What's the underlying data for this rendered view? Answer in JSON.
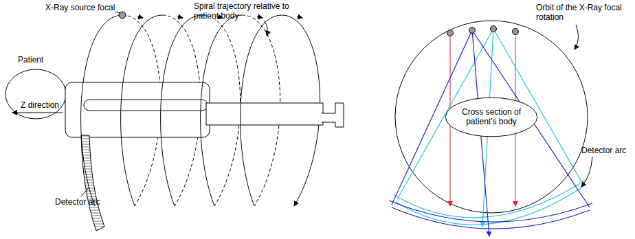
{
  "diagram": {
    "nodes": [
      {
        "text": [
          "Cross section of patient's body"
        ]
      }
    ],
    "labels": [
      "X-Ray source focal",
      "Spiral trajectory relative to patient body",
      "Patient",
      "Z direction",
      "Detector arc",
      "Orbit of the X-Ray focal rotation",
      "Detector arc"
    ]
  }
}
